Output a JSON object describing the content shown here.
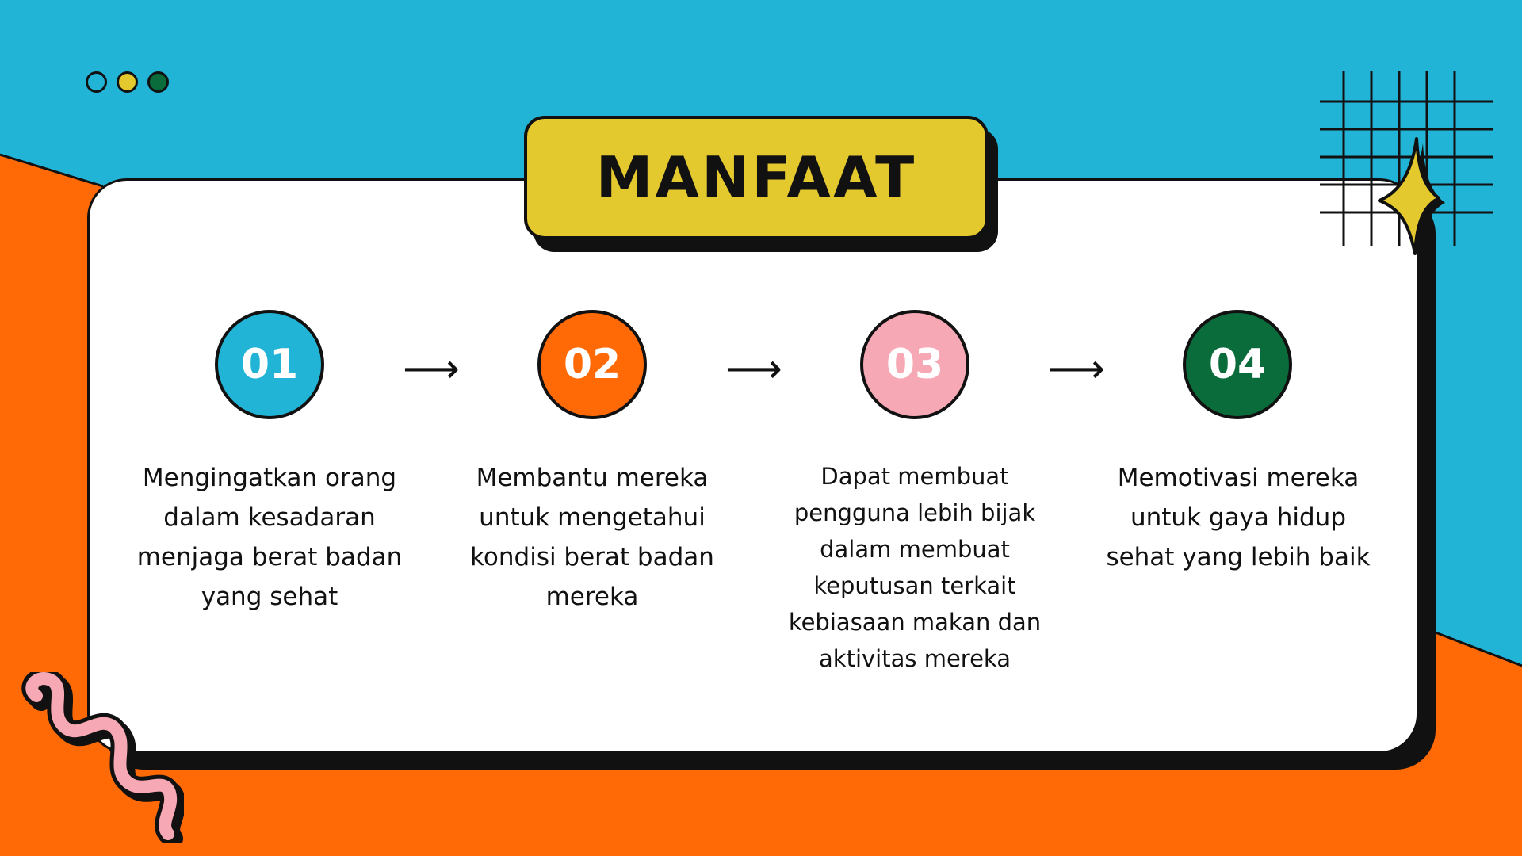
{
  "title": "MANFAAT",
  "colors": {
    "blue": "#22b4d6",
    "orange": "#ff6a06",
    "yellow": "#e3c82e",
    "pink": "#f6a8b4",
    "green": "#0a6b3b",
    "dark": "#111111"
  },
  "steps": [
    {
      "number": "01",
      "color": "#22b4d6",
      "text": "Mengingatkan orang dalam kesadaran menjaga berat badan yang sehat"
    },
    {
      "number": "02",
      "color": "#ff6a06",
      "text": "Membantu mereka untuk mengetahui kondisi berat badan mereka"
    },
    {
      "number": "03",
      "color": "#f6a8b4",
      "text": "Dapat membuat pengguna lebih bijak dalam membuat keputusan terkait kebiasaan makan dan aktivitas mereka"
    },
    {
      "number": "04",
      "color": "#0a6b3b",
      "text": "Memotivasi mereka untuk gaya hidup sehat yang lebih baik"
    }
  ],
  "arrow_glyph": "⟶",
  "icons": [
    "window-dots-icon",
    "grid-icon",
    "sparkle-star-icon",
    "squiggle-icon",
    "right-arrow-icon"
  ]
}
